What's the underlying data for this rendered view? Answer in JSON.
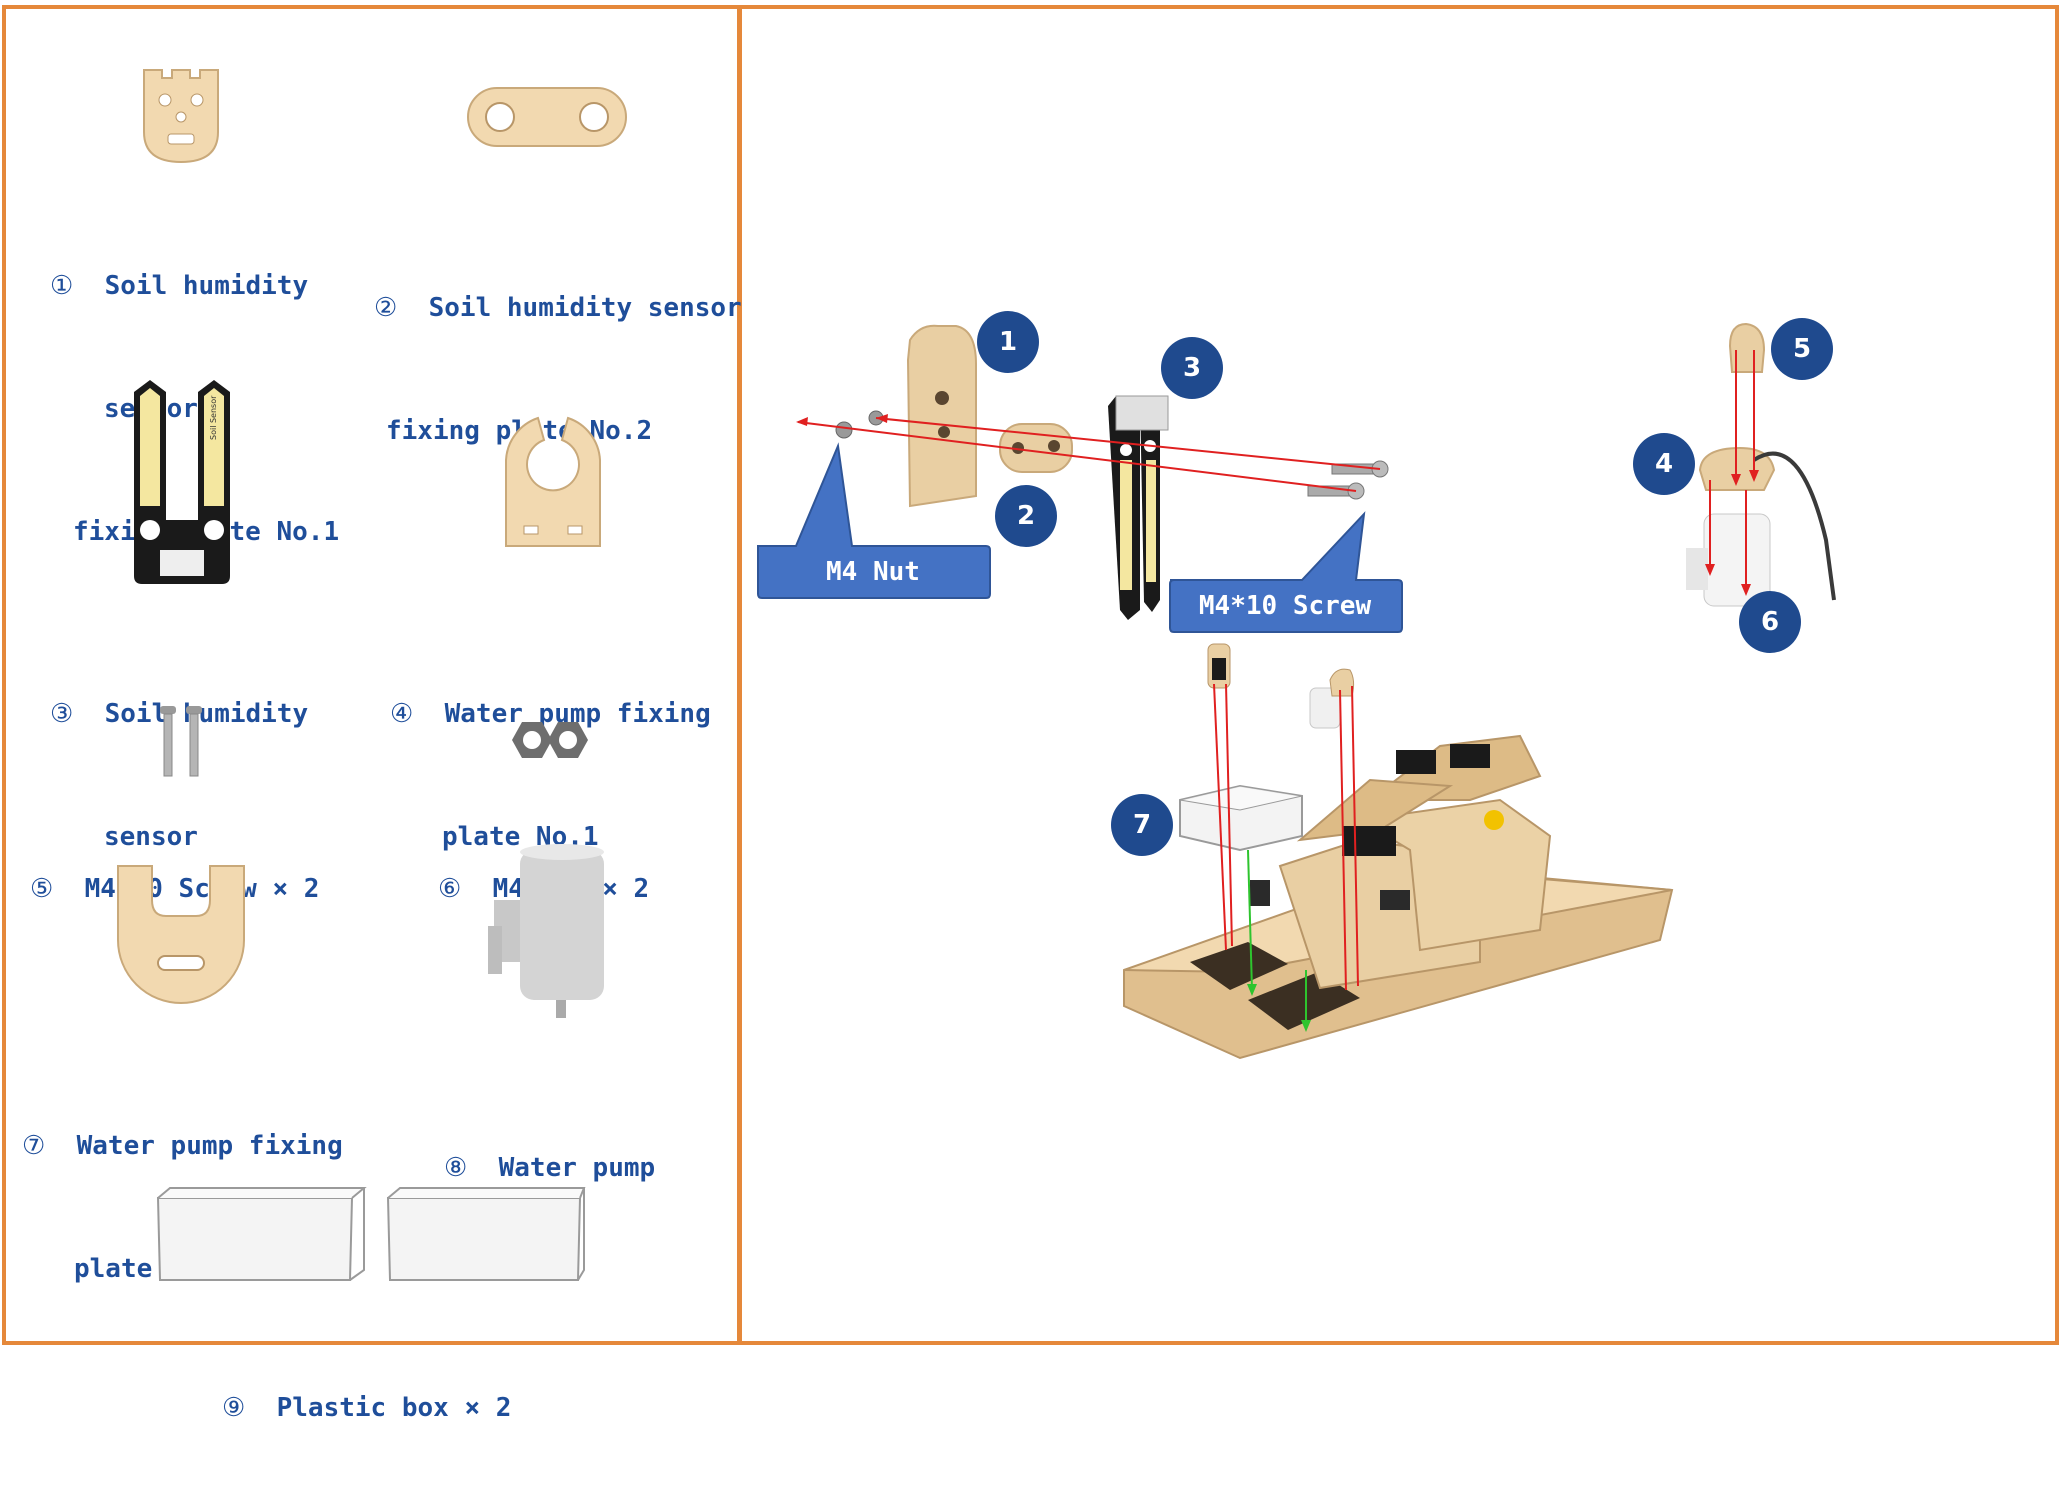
{
  "parts": [
    {
      "number": "①",
      "lines": [
        "Soil humidity",
        "sensor",
        "fixing plate No.1"
      ],
      "icon": "sensor-plate-1"
    },
    {
      "number": "②",
      "lines": [
        "Soil humidity sensor",
        "fixing plate No.2"
      ],
      "icon": "sensor-plate-2"
    },
    {
      "number": "③",
      "lines": [
        "Soil humidity",
        "sensor"
      ],
      "icon": "soil-sensor"
    },
    {
      "number": "④",
      "lines": [
        "Water pump fixing",
        "plate No.1"
      ],
      "icon": "pump-plate-1"
    },
    {
      "number": "⑤",
      "lines": [
        "M4*10 Screw × 2"
      ],
      "icon": "screws"
    },
    {
      "number": "⑥",
      "lines": [
        "M4 Nut × 2"
      ],
      "icon": "nuts"
    },
    {
      "number": "⑦",
      "lines": [
        "Water pump fixing",
        "plate No.2"
      ],
      "icon": "pump-plate-2"
    },
    {
      "number": "⑧",
      "lines": [
        "Water pump"
      ],
      "icon": "water-pump"
    },
    {
      "number": "⑨",
      "lines": [
        "Plastic box × 2"
      ],
      "icon": "plastic-boxes"
    }
  ],
  "sensor_art_text": "Soil Sensor",
  "assembly": {
    "steps": [
      "1",
      "2",
      "3",
      "4",
      "5",
      "6",
      "7"
    ],
    "callouts": {
      "nut": "M4 Nut",
      "screw": "M4*10 Screw"
    }
  },
  "colors": {
    "frame": "#E5883A",
    "label_text": "#1F4E9A",
    "badge": "#1F4A8E",
    "callout": "#4472C4",
    "wood": "#F2D9B0",
    "arrow_red": "#E02020",
    "arrow_green": "#2EC42E"
  }
}
